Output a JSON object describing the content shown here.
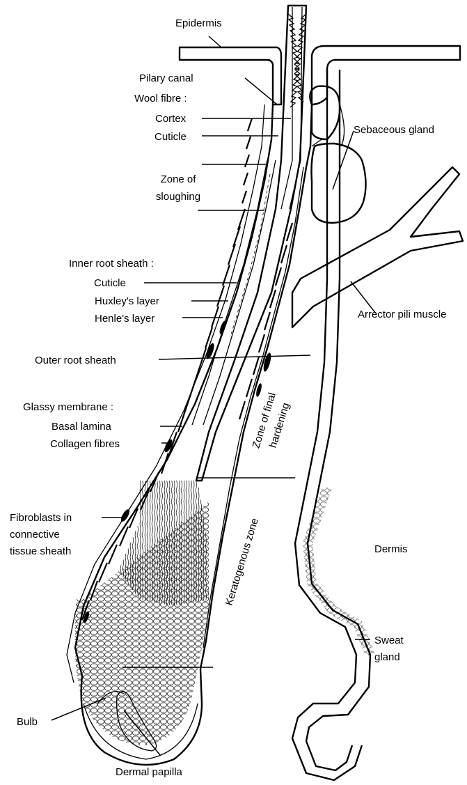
{
  "labels": {
    "epidermis": "Epidermis",
    "pilary_canal": "Pilary canal",
    "wool_fibre": "Wool fibre :",
    "cortex": "Cortex",
    "cuticle_fibre": "Cuticle",
    "zone_sloughing_1": "Zone of",
    "zone_sloughing_2": "sloughing",
    "inner_root_sheath": "Inner root sheath :",
    "cuticle_irs": "Cuticle",
    "huxley": "Huxley's layer",
    "henle": "Henle's layer",
    "outer_root_sheath": "Outer root sheath",
    "glassy_membrane": "Glassy membrane :",
    "basal_lamina": "Basal lamina",
    "collagen_fibres": "Collagen fibres",
    "fibroblasts_1": "Fibroblasts in",
    "fibroblasts_2": "connective",
    "fibroblasts_3": "tissue sheath",
    "bulb": "Bulb",
    "dermal_papilla": "Dermal papilla",
    "sebaceous_gland": "Sebaceous gland",
    "arrector_pili": "Arrector pili muscle",
    "zone_hardening_1": "Zone of final",
    "zone_hardening_2": "hardening",
    "keratogenous_zone": "Keratogenous zone",
    "dermis": "Dermis",
    "sweat_gland_1": "Sweat",
    "sweat_gland_2": "gland"
  }
}
